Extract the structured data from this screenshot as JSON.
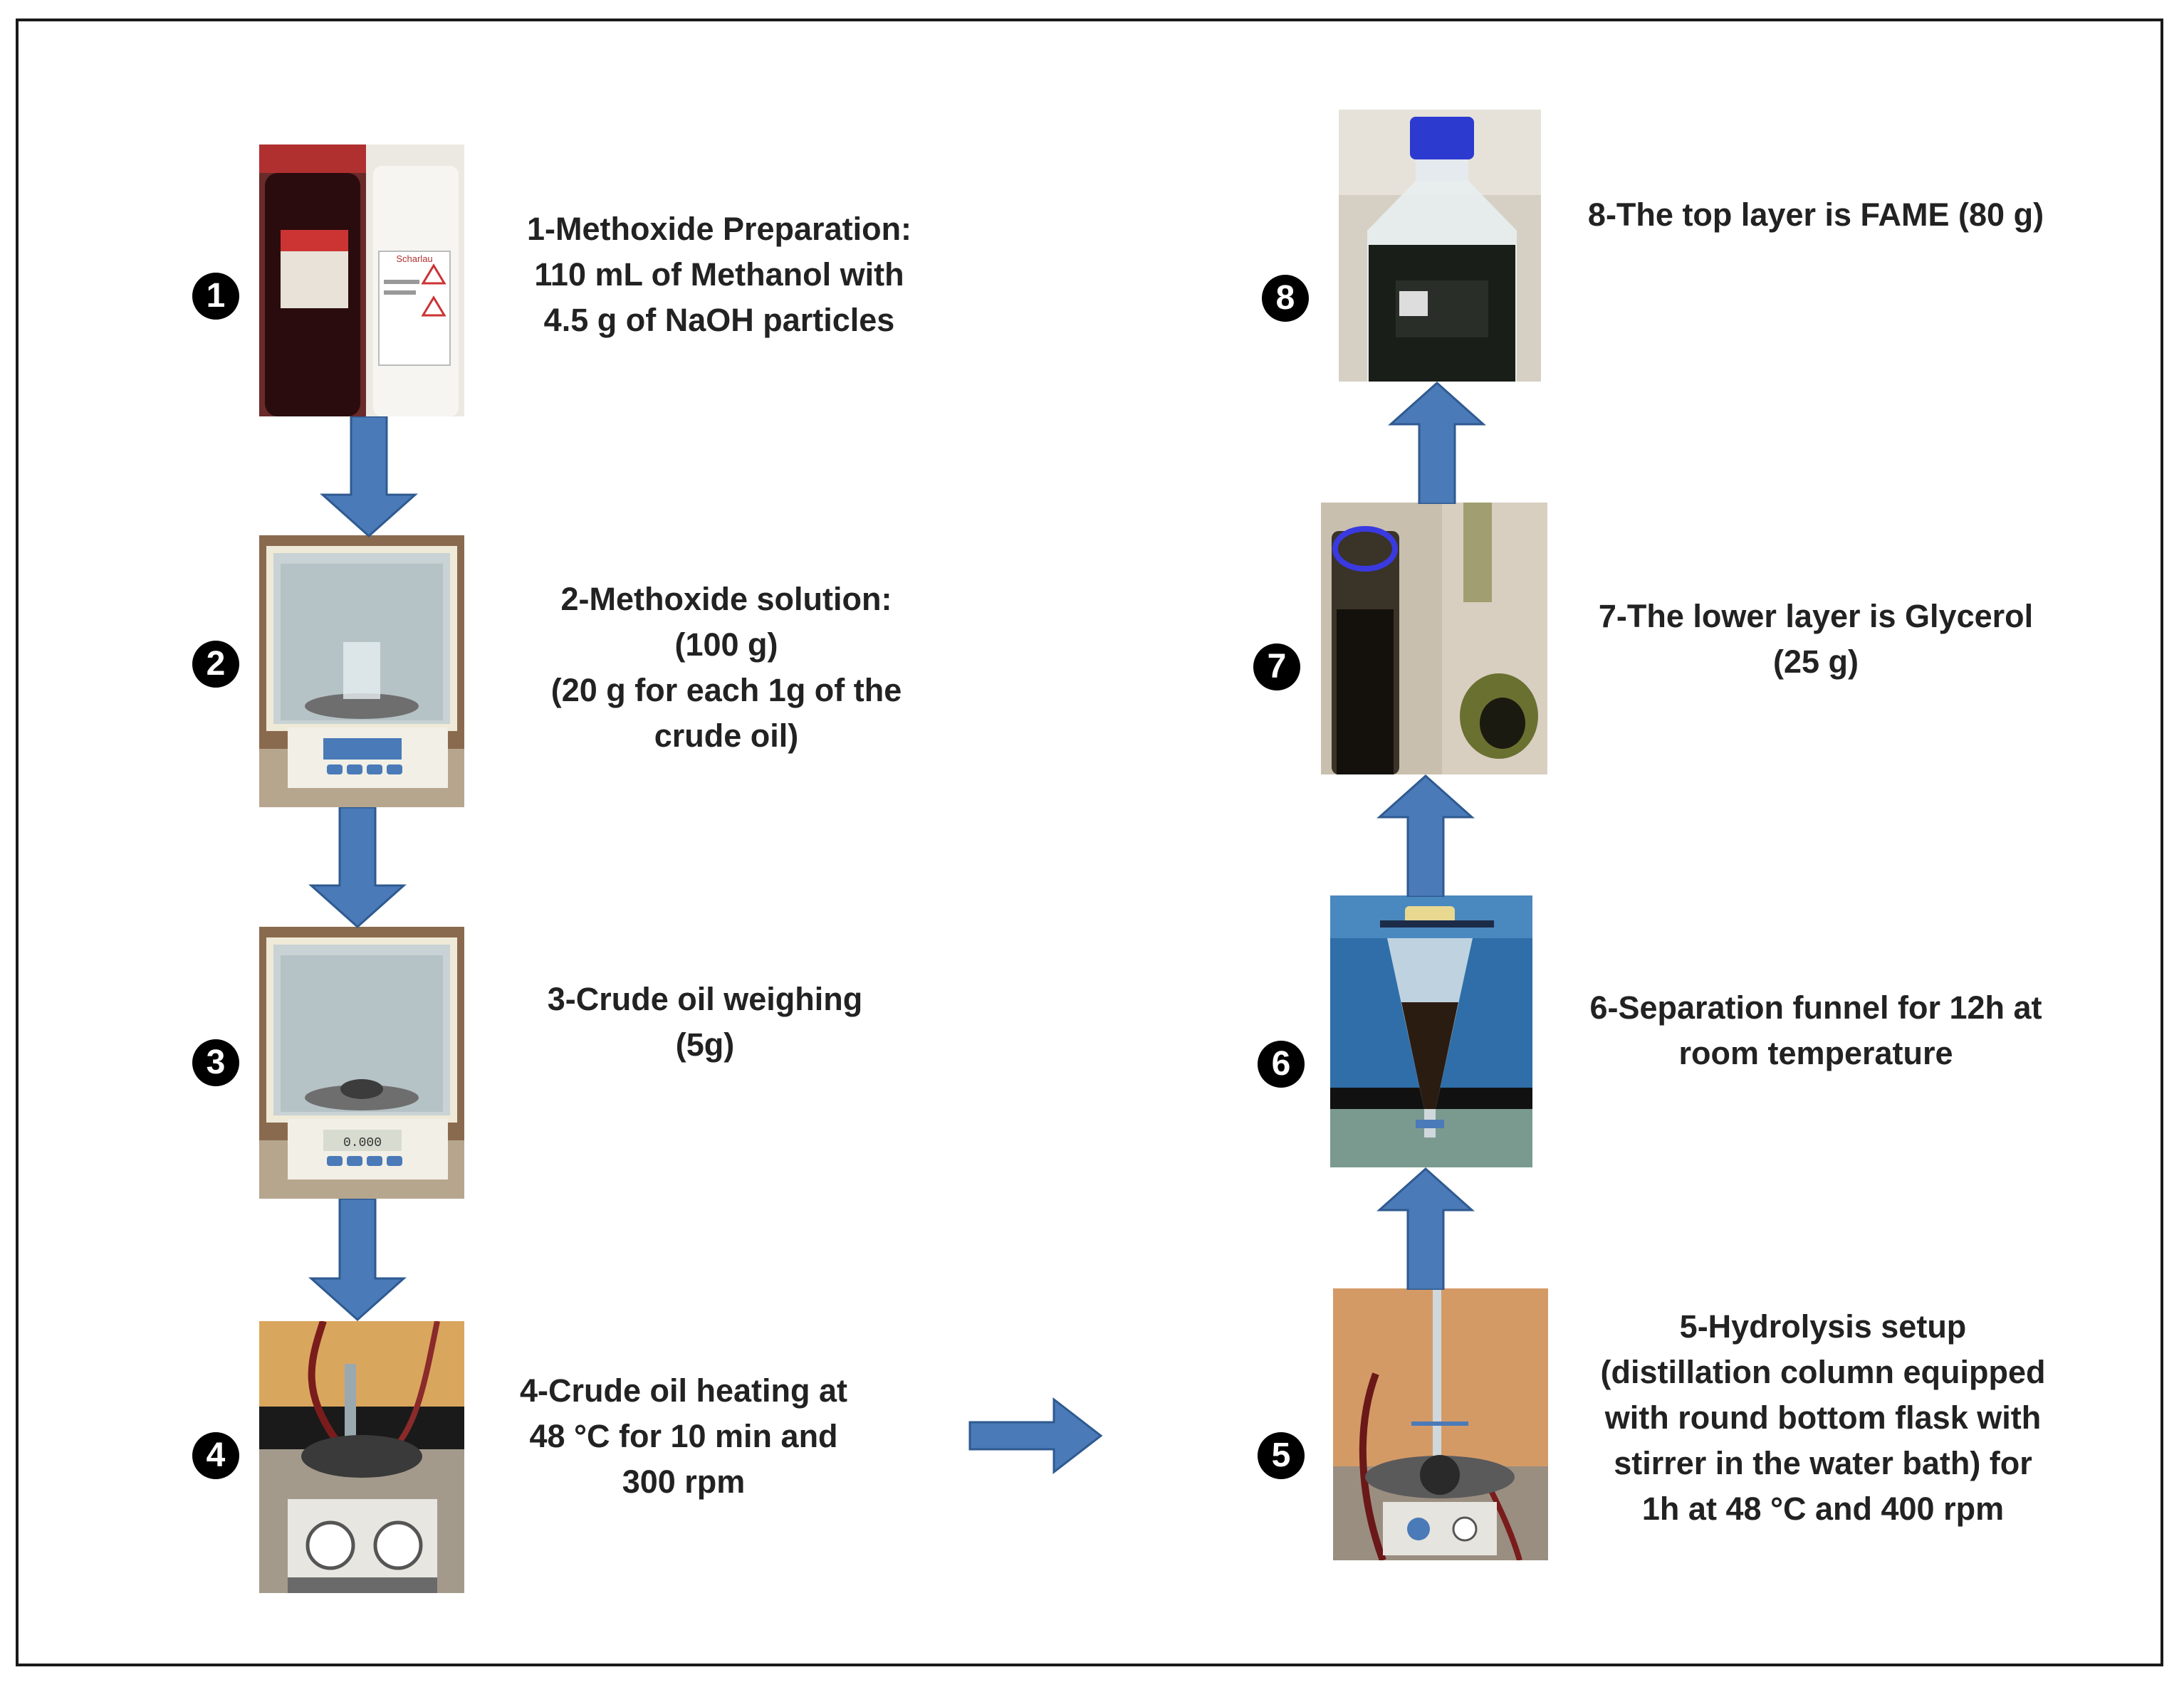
{
  "steps": [
    {
      "number": "1",
      "caption": "1-Methoxide Preparation:\n110 mL of Methanol with\n4.5 g of NaOH particles"
    },
    {
      "number": "2",
      "caption": "2-Methoxide solution:\n(100 g)\n(20 g for each 1g of the\ncrude oil)"
    },
    {
      "number": "3",
      "caption": "3-Crude oil weighing\n(5g)"
    },
    {
      "number": "4",
      "caption": "4-Crude oil heating at\n48 °C for 10 min and\n300 rpm"
    },
    {
      "number": "5",
      "caption": "5-Hydrolysis setup\n(distillation column equipped\nwith round bottom flask with\nstirrer in the water bath) for\n1h at 48 °C and 400 rpm"
    },
    {
      "number": "6",
      "caption": "6-Separation funnel for 12h at\nroom temperature"
    },
    {
      "number": "7",
      "caption": "7-The lower layer is Glycerol\n(25 g)"
    },
    {
      "number": "8",
      "caption": "8-The top layer is FAME (80 g)"
    }
  ],
  "photo_labels": {
    "bottle_brand": "Scharlau",
    "scale_display": "0.000"
  },
  "colors": {
    "arrow_fill": "#4a7ab8",
    "arrow_stroke": "#2f5a90",
    "badge": "#000000",
    "border": "#1a1a1a"
  }
}
